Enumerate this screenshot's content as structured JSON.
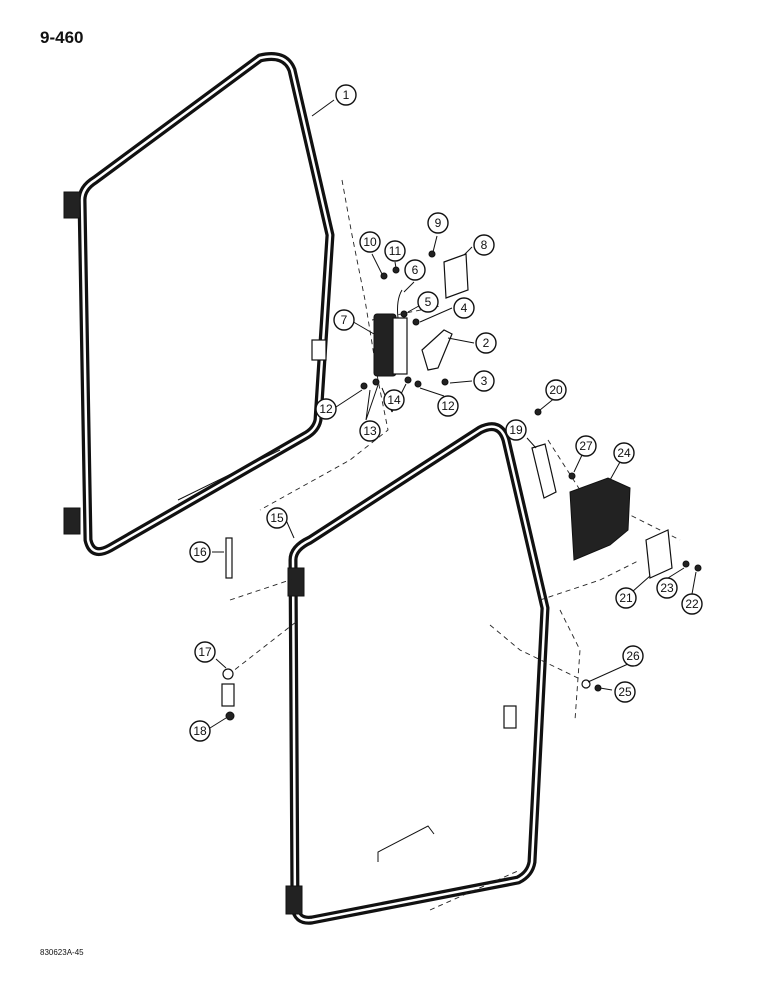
{
  "page_number": "9-460",
  "figure_code": "830623A-45",
  "callouts": [
    "1",
    "2",
    "3",
    "4",
    "5",
    "6",
    "7",
    "8",
    "9",
    "10",
    "11",
    "12",
    "12",
    "13",
    "14",
    "15",
    "16",
    "17",
    "18",
    "19",
    "20",
    "21",
    "22",
    "23",
    "24",
    "25",
    "26",
    "27"
  ]
}
